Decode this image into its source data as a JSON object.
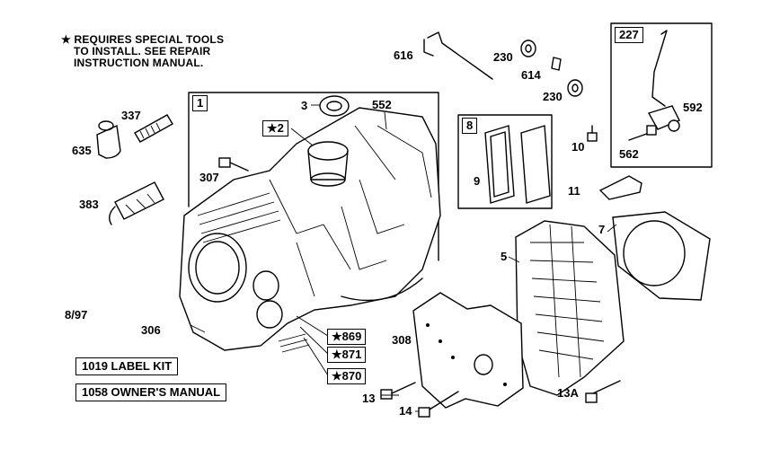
{
  "note": {
    "lines": [
      "★ REQUIRES SPECIAL TOOLS",
      "TO INSTALL.  SEE REPAIR",
      "INSTRUCTION MANUAL."
    ]
  },
  "date_code": "8/97",
  "kits": {
    "label_kit": "1019 LABEL KIT",
    "owners_manual": "1058 OWNER'S MANUAL"
  },
  "groups": {
    "g1": "1",
    "g8": "8",
    "g227": "227"
  },
  "starred": {
    "p2": "★2",
    "p869": "★869",
    "p871": "★871",
    "p870": "★870"
  },
  "parts": {
    "p3": "3",
    "p552": "552",
    "p337": "337",
    "p635": "635",
    "p307": "307",
    "p383": "383",
    "p306": "306",
    "p616": "616",
    "p230a": "230",
    "p614": "614",
    "p230b": "230",
    "p9": "9",
    "p10": "10",
    "p11": "11",
    "p592": "592",
    "p562": "562",
    "p7": "7",
    "p5": "5",
    "p308": "308",
    "p13": "13",
    "p14": "14",
    "p13a": "13A"
  }
}
